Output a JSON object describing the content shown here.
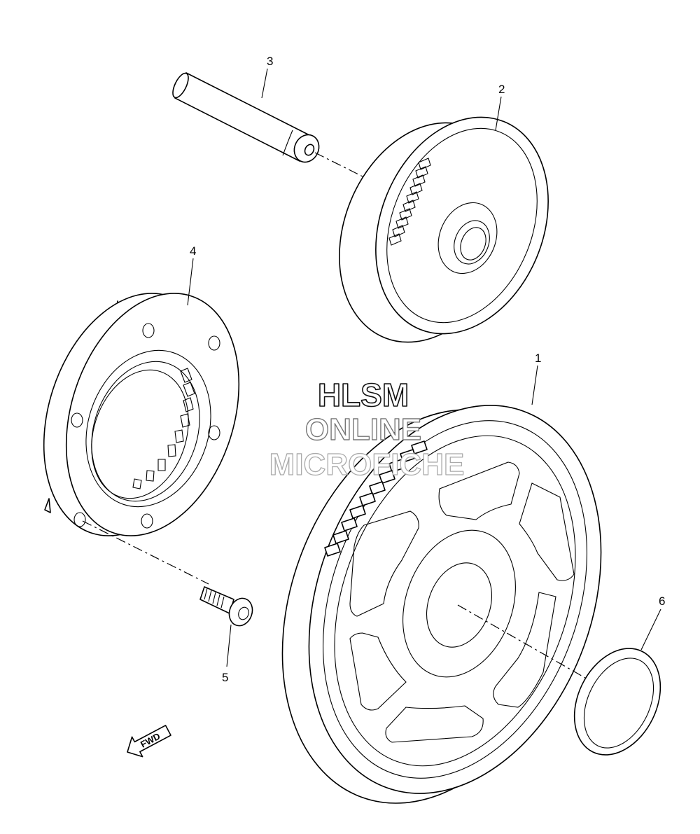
{
  "callouts": {
    "c1": "1",
    "c2": "2",
    "c3": "3",
    "c4": "4",
    "c5": "5",
    "c6": "6"
  },
  "watermark": {
    "line1": "HLSM",
    "line2": "ONLINE",
    "line3": "MICROFICHE"
  },
  "direction_indicator": {
    "label": "FWD"
  },
  "colors": {
    "line": "#000000",
    "background": "#ffffff",
    "watermark_outline_dark": "#111111",
    "watermark_outline_mid": "#777777",
    "watermark_outline_light": "#aaaaaa"
  }
}
